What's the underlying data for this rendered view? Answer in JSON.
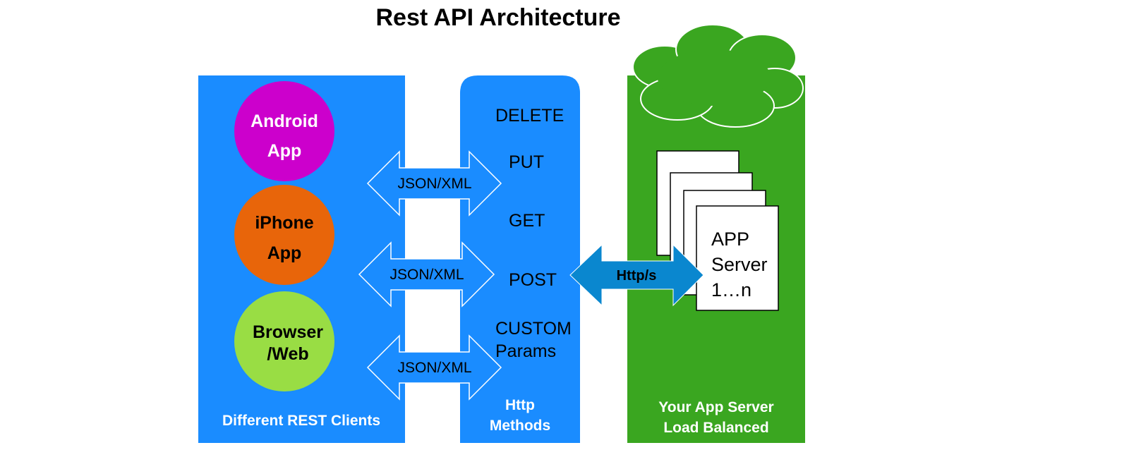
{
  "title": "Rest API Architecture",
  "clients_panel": {
    "label": "Different REST Clients",
    "clients": [
      {
        "label_lines": [
          "Android",
          "App"
        ],
        "fill": "#cc00cc",
        "text_color": "#ffffff"
      },
      {
        "label_lines": [
          "iPhone",
          "App"
        ],
        "fill": "#e8650a",
        "text_color": "#000000"
      },
      {
        "label_lines": [
          "Browser",
          "/Web"
        ],
        "fill": "#99dd44",
        "text_color": "#000000"
      }
    ]
  },
  "exchange_arrows": [
    "JSON/XML",
    "JSON/XML",
    "JSON/XML"
  ],
  "methods_panel": {
    "label_lines": [
      "Http",
      "Methods"
    ],
    "methods": [
      "DELETE",
      "PUT",
      "GET",
      "POST",
      "CUSTOM",
      "Params"
    ]
  },
  "transport_arrow": "Http/s",
  "server_panel": {
    "label_lines": [
      "Your App Server",
      "Load Balanced"
    ],
    "server_lines": [
      "APP",
      "Server",
      "1…n"
    ]
  },
  "colors": {
    "blue_panel": "#1a8cff",
    "green_panel": "#3aa620",
    "transport_arrow": "#0a87cf",
    "cloud": "#3aa620"
  },
  "icons": {
    "cloud": "cloud-icon",
    "server_stack": "document-stack-icon"
  }
}
